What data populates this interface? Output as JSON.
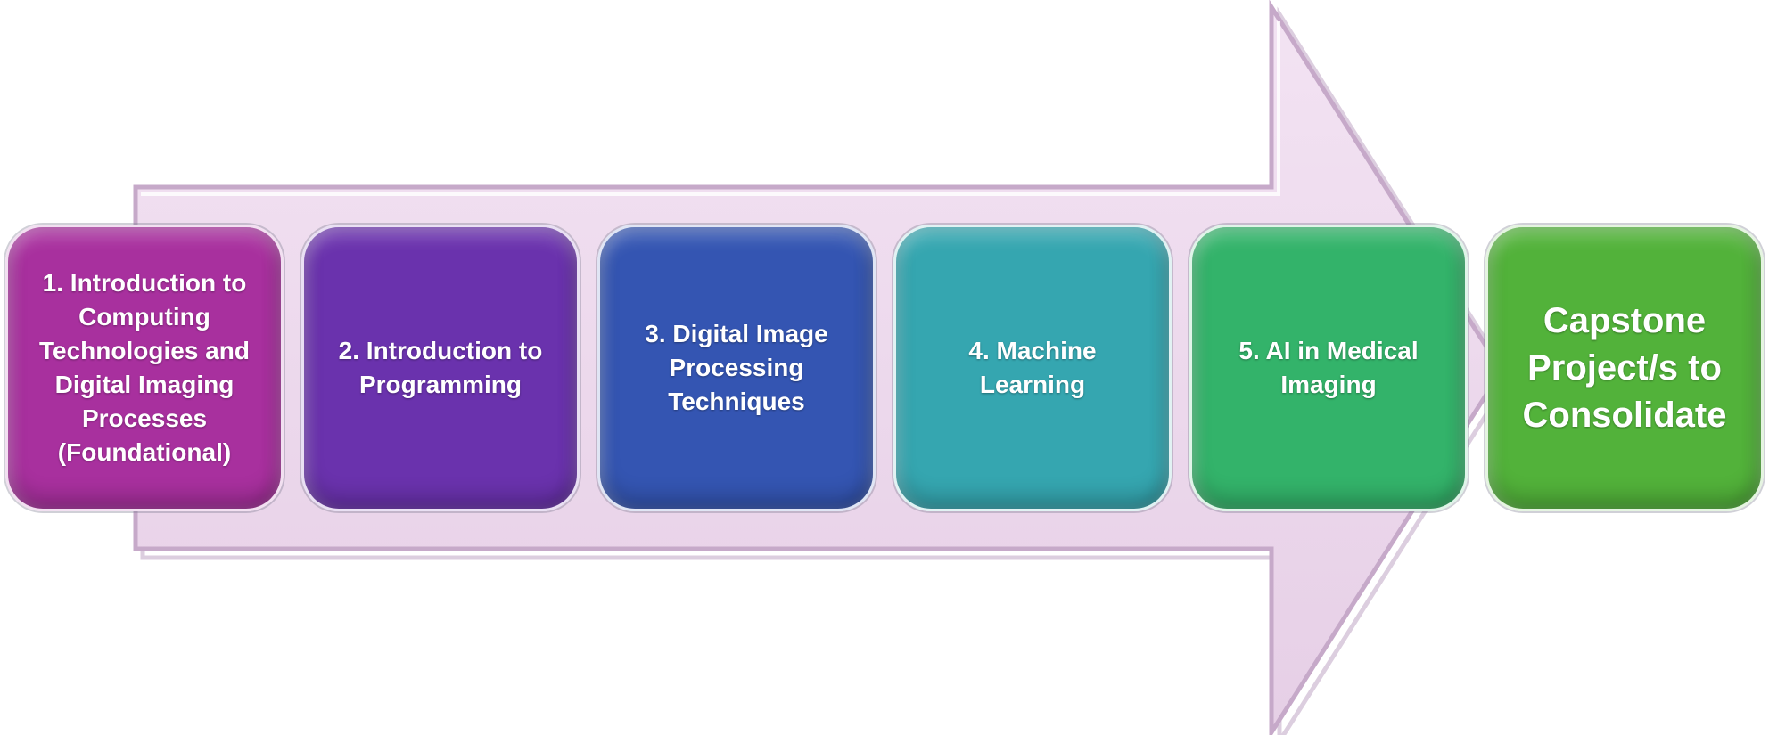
{
  "diagram": {
    "steps": [
      {
        "label": "1. Introduction  to\nComputing\nTechnologies and\nDigital Imaging\nProcesses\n(Foundational)",
        "color": "#a8309e"
      },
      {
        "label": "2. Introduction to\nProgramming",
        "color": "#6a32ad"
      },
      {
        "label": "3. Digital Image\nProcessing\nTechniques",
        "color": "#3455b2"
      },
      {
        "label": "4. Machine\nLearning",
        "color": "#35a6b0"
      },
      {
        "label": "5. AI in Medical\nImaging",
        "color": "#33b36a"
      },
      {
        "label": "Capstone\nProject/s to\nConsolidate",
        "color": "#52b23a"
      }
    ],
    "arrow_color": "#ecd6ec"
  }
}
